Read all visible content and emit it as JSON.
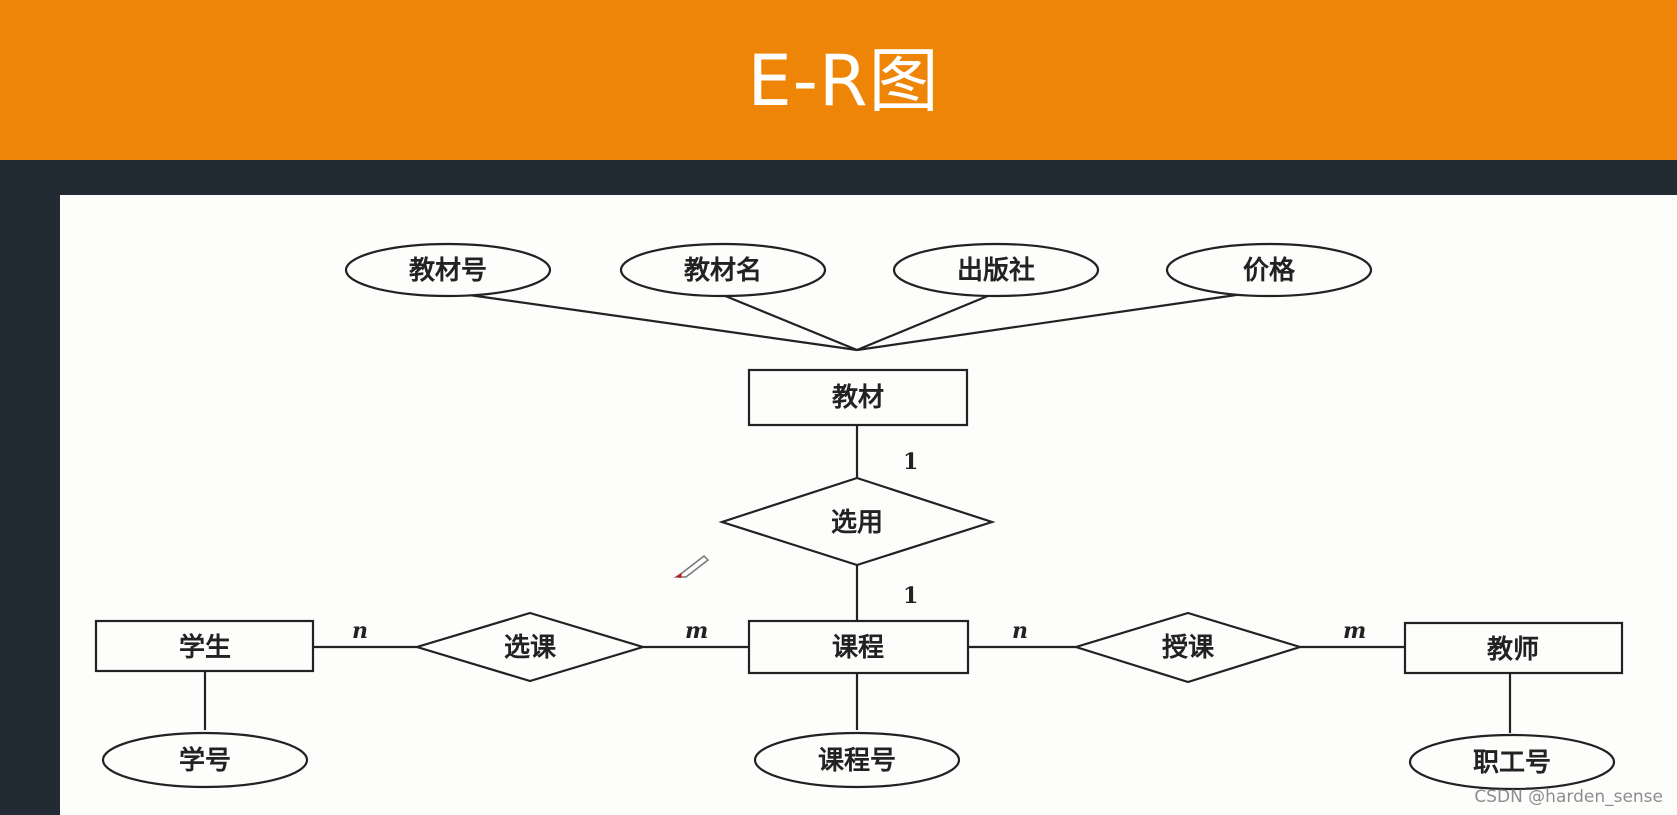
{
  "header": {
    "title": "E-R图"
  },
  "diagram": {
    "entities": {
      "textbook": "教材",
      "course": "课程",
      "student": "学生",
      "teacher": "教师"
    },
    "attributes": {
      "textbook_no": "教材号",
      "textbook_name": "教材名",
      "publisher": "出版社",
      "price": "价格",
      "student_no": "学号",
      "course_no": "课程号",
      "staff_no": "职工号"
    },
    "relationships": {
      "adopt": "选用",
      "enroll": "选课",
      "teach": "授课"
    },
    "cardinalities": {
      "textbook_adopt": "1",
      "adopt_course": "1",
      "student_enroll": "n",
      "enroll_course": "m",
      "course_teach": "n",
      "teach_teacher": "m"
    }
  },
  "watermark": "CSDN @harden_sense",
  "colors": {
    "header": "#ef8506",
    "backdrop": "#222a33",
    "panel": "#fdfdfc"
  }
}
